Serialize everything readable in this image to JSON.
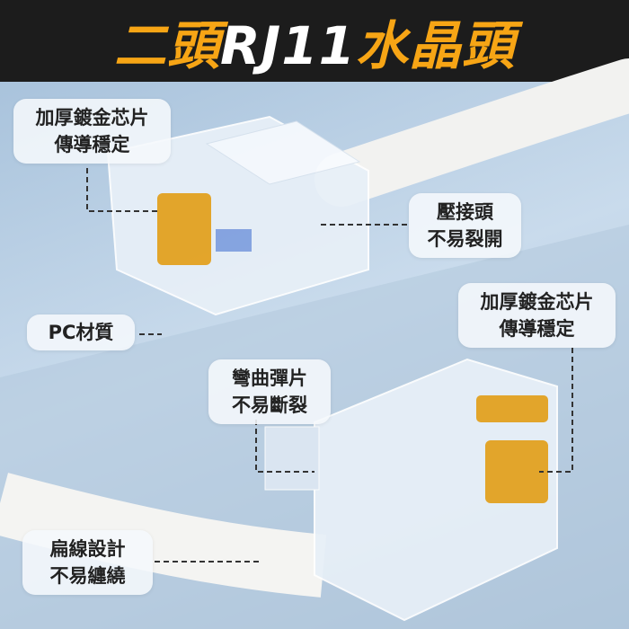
{
  "title": {
    "part1": "二頭",
    "part2": "RJ11",
    "part3": "水晶頭"
  },
  "colors": {
    "accent": "#f7a515",
    "header_bg": "#1c1c1c"
  },
  "callouts": [
    {
      "line1": "加厚鍍金芯片",
      "line2": "傳導穩定"
    },
    {
      "line1": "壓接頭",
      "line2": "不易裂開"
    },
    {
      "line1": "PC材質"
    },
    {
      "line1": "加厚鍍金芯片",
      "line2": "傳導穩定"
    },
    {
      "line1": "彎曲彈片",
      "line2": "不易斷裂"
    },
    {
      "line1": "扁線設計",
      "line2": "不易纏繞"
    }
  ]
}
